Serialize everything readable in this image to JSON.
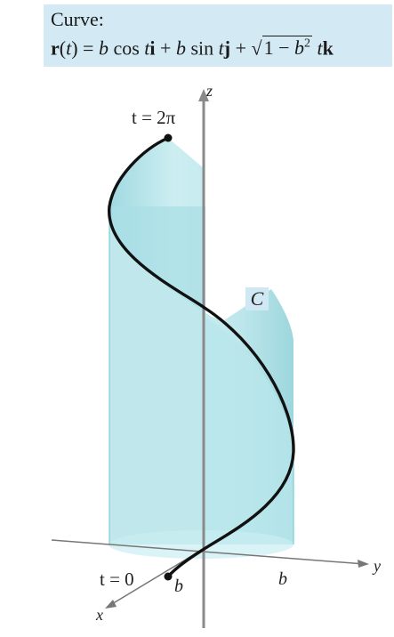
{
  "header": {
    "title": "Curve:",
    "equation_text": "r(t) = b cos t i + b sin t j + √(1 − b²) t k"
  },
  "labels": {
    "z_axis": "z",
    "y_axis": "y",
    "x_axis": "x",
    "t_end": "t = 2π",
    "t_start": "t = 0",
    "curve": "C",
    "b_x": "b",
    "b_y": "b"
  },
  "colors": {
    "header_bg": "#d3eaf4",
    "cylinder_fill": "#a6dde4",
    "cylinder_edge": "#7fcfd8",
    "curve": "#111111",
    "axis": "#777777"
  }
}
